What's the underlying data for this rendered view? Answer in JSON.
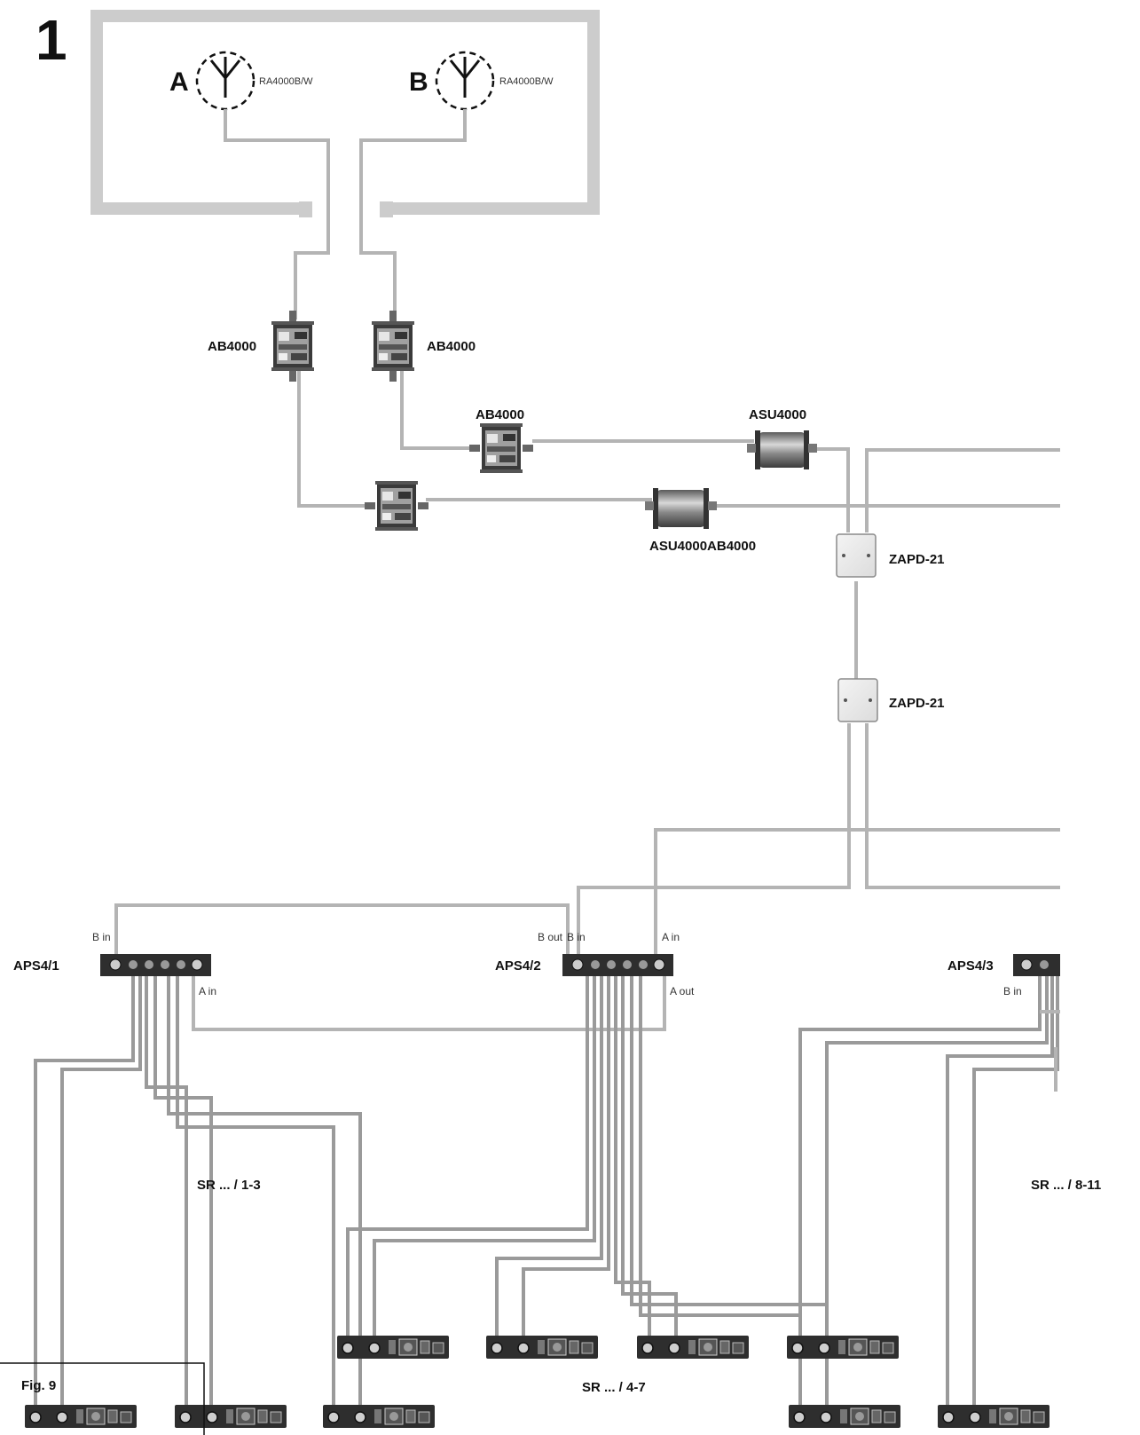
{
  "figure_number": "1",
  "caption": "Fig. 9",
  "antennas": [
    {
      "letter": "A",
      "model": "RA4000B/W"
    },
    {
      "letter": "B",
      "model": "RA4000B/W"
    }
  ],
  "boosters": {
    "ab_left": "AB4000",
    "ab_right": "AB4000",
    "ab_middle": "AB4000",
    "asu_top": "ASU4000",
    "asu_bottom": "ASU4000AB4000"
  },
  "splitters": [
    "ZAPD-21",
    "ZAPD-21"
  ],
  "distributors": [
    {
      "name": "APS4/1",
      "b_in": "B in",
      "a_in": "A in"
    },
    {
      "name": "APS4/2",
      "b_out": "B out",
      "b_in": "B in",
      "a_in": "A in",
      "a_out": "A out"
    },
    {
      "name": "APS4/3",
      "b_in": "B in"
    }
  ],
  "receiver_groups": [
    "SR ... / 1-3",
    "SR ... / 4-7",
    "SR ... / 8-11"
  ]
}
